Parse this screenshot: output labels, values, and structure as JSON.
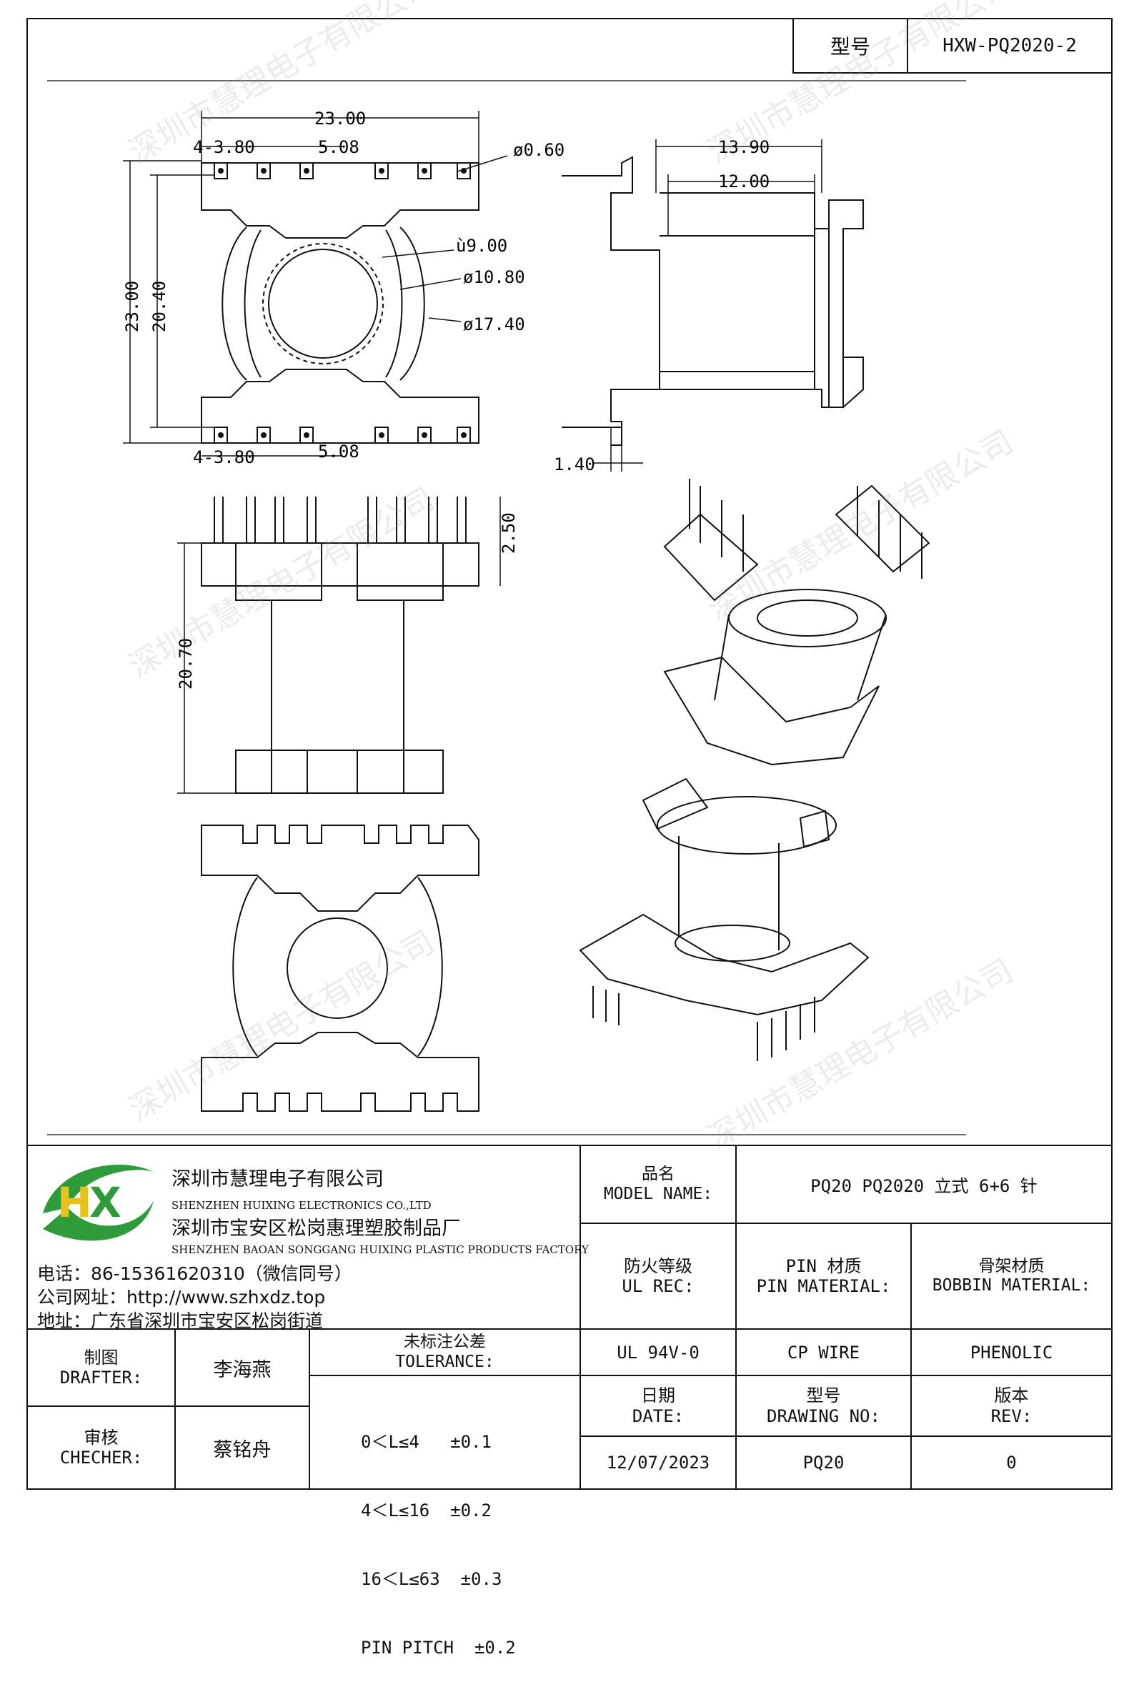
{
  "header": {
    "model_label": "型号",
    "model_value": "HXW-PQ2020-2"
  },
  "watermark": "深圳市慧理电子有限公司",
  "top_view": {
    "dim_width": "23.00",
    "dim_pins": "4-3.80",
    "dim_pitch": "5.08",
    "dim_pin_dia": "ø0.60",
    "dim_height": "23.00",
    "dim_inner": "20.40",
    "dim_core_inner": "ù9.00",
    "dim_core_mid": "ø10.80",
    "dim_core_outer": "ø17.40",
    "dim_pins_bottom": "4-3.80",
    "dim_pitch_bottom": "5.08"
  },
  "side_view": {
    "dim_flange": "13.90",
    "dim_body": "12.00",
    "dim_pin_offset": "1.40"
  },
  "front_view": {
    "dim_pin_len": "2.50",
    "dim_total_height": "20.70"
  },
  "company": {
    "name_cn": "深圳市慧理电子有限公司",
    "name_en": "SHENZHEN HUIXING ELECTRONICS CO.,LTD",
    "factory_cn": "深圳市宝安区松岗惠理塑胶制品厂",
    "factory_en": "SHENZHEN BAOAN SONGGANG HUIXING PLASTIC PRODUCTS FACTORY",
    "phone": "电话：86-15361620310（微信同号）",
    "web": "公司网址：http://www.szhxdz.top",
    "address": "地址：广东省深圳市宝安区松岗街道",
    "logo_text": "HX",
    "colors": {
      "logo_green": "#2e9b3a",
      "logo_yellow": "#e8c21a"
    }
  },
  "title_block": {
    "model_name_label_cn": "品名",
    "model_name_label_en": "MODEL NAME:",
    "model_name_value": "PQ20 PQ2020 立式 6+6 针",
    "ul_label_cn": "防火等级",
    "ul_label_en": "UL REC:",
    "pin_label_cn": "PIN 材质",
    "pin_label_en": "PIN MATERIAL:",
    "bobbin_label_cn": "骨架材质",
    "bobbin_label_en": "BOBBIN MATERIAL:",
    "ul_value": "UL 94V-0",
    "pin_value": "CP WIRE",
    "bobbin_value": "PHENOLIC",
    "date_label_cn": "日期",
    "date_label_en": "DATE:",
    "drawing_label_cn": "型号",
    "drawing_label_en": "DRAWING NO:",
    "rev_label_cn": "版本",
    "rev_label_en": "REV:",
    "date_value": "12/07/2023",
    "drawing_value": "PQ20",
    "rev_value": "0",
    "drafter_label_cn": "制图",
    "drafter_label_en": "DRAFTER:",
    "drafter_value": "李海燕",
    "checker_label_cn": "审核",
    "checker_label_en": "CHECHER:",
    "checker_value": "蔡铭舟",
    "tolerance_label_cn": "未标注公差",
    "tolerance_label_en": "TOLERANCE:",
    "tolerances": [
      "0＜L≤4   ±0.1",
      "4＜L≤16  ±0.2",
      "16＜L≤63  ±0.3",
      "PIN PITCH  ±0.2"
    ]
  }
}
